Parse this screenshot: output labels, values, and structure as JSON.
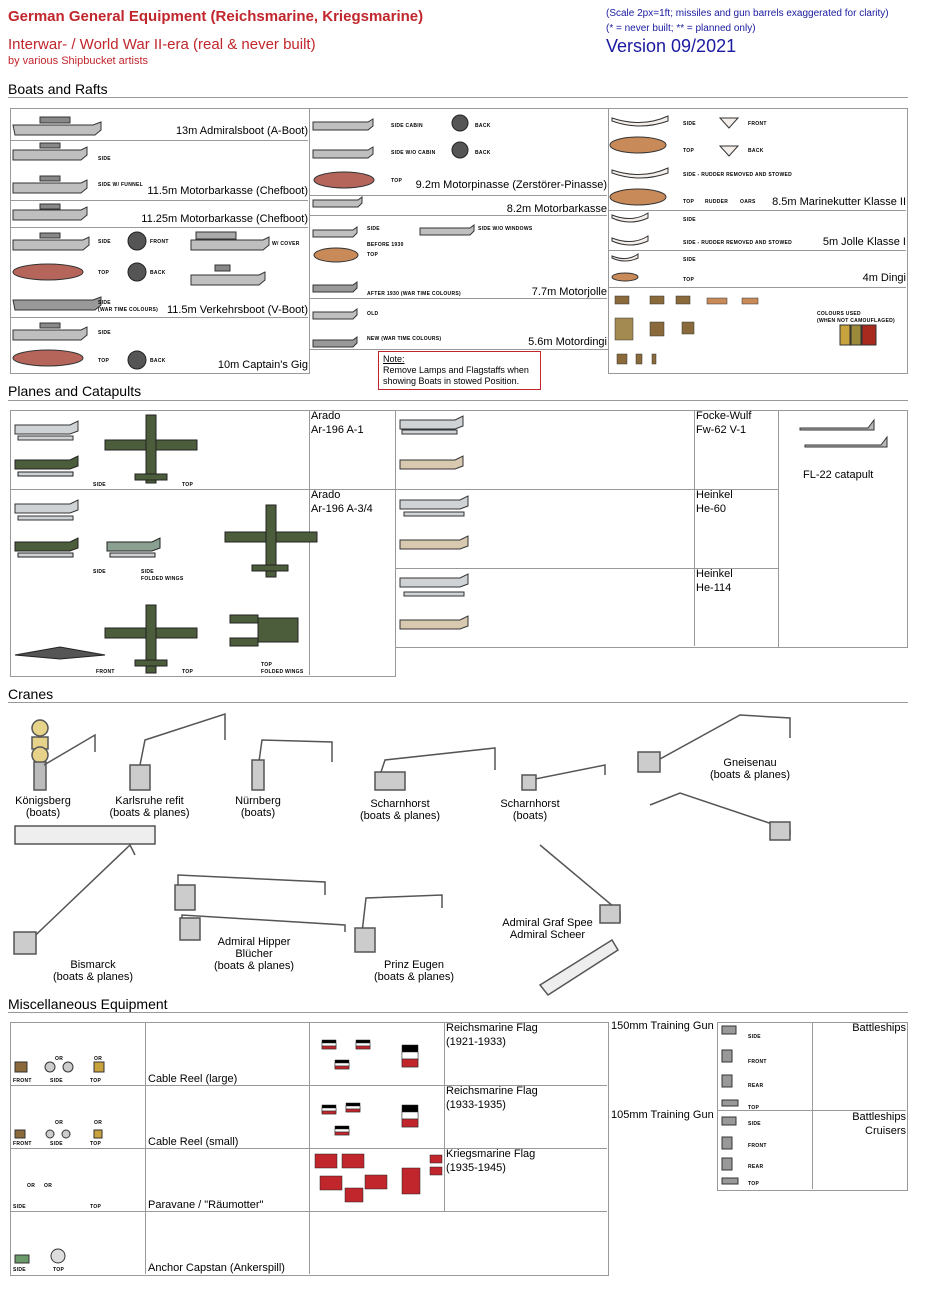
{
  "header": {
    "title": "German General Equipment (Reichsmarine, Kriegsmarine)",
    "subtitle": "Interwar- / World War II-era (real & never built)",
    "credit": "by various Shipbucket artists",
    "scale_note": "(Scale 2px=1ft; missiles and gun barrels exaggerated for clarity)",
    "built_note": "(* = never built; ** = planned only)",
    "version": "Version 09/2021"
  },
  "sections": {
    "boats": "Boats and Rafts",
    "planes": "Planes and Catapults",
    "cranes": "Cranes",
    "misc": "Miscellaneous Equipment"
  },
  "boats": {
    "admiralsboot": "13m Admiralsboot (A-Boot)",
    "motorbarkasse_11_5": "11.5m Motorbarkasse (Chefboot)",
    "motorbarkasse_11_25": "11.25m Motorbarkasse (Chefboot)",
    "verkehrsboot": "11.5m Verkehrsboot (V-Boot)",
    "captains_gig": "10m Captain's Gig",
    "motorpinasse": "9.2m Motorpinasse (Zerstörer-Pinasse)",
    "motorbarkasse_8_2": "8.2m Motorbarkasse",
    "motorjolle": "7.7m Motorjolle",
    "motordingi": "5.6m Motordingi",
    "marinekutter": "8.5m Marinekutter Klasse II",
    "jolle": "5m Jolle Klasse I",
    "dingi": "4m Dingi",
    "note_title": "Note:",
    "note_text": "Remove Lamps and Flagstaffs when showing Boats in stowed Position.",
    "tags": {
      "side": "SIDE",
      "side_w_funnel": "SIDE W/ FUNNEL",
      "front": "FRONT",
      "w_cover": "W/ COVER",
      "top": "TOP",
      "back": "BACK",
      "side_war": "SIDE",
      "war_colours": "(WAR TIME COLOURS)",
      "side_cabin": "SIDE CABIN",
      "side_wo_cabin": "SIDE W/O CABIN",
      "side_wo_windows": "SIDE W/O WINDOWS",
      "before_1930": "BEFORE 1930",
      "after_1930": "AFTER 1930 (WAR TIME COLOURS)",
      "old": "OLD",
      "new_war": "NEW (WAR TIME COLOURS)",
      "side_rudder": "SIDE - RUDDER REMOVED AND STOWED",
      "rudder": "RUDDER",
      "oars": "OARS",
      "colours_used": "COLOURS USED",
      "not_camo": "(WHEN NOT CAMOUFLAGED)"
    },
    "colours": [
      "#c8a23c",
      "#a82a1e"
    ]
  },
  "planes": {
    "ar196a1_maker": "Arado",
    "ar196a1_model": "Ar-196 A-1",
    "ar196a3_maker": "Arado",
    "ar196a3_model": "Ar-196 A-3/4",
    "fw62_maker": "Focke-Wulf",
    "fw62_model": "Fw-62 V-1",
    "he60_maker": "Heinkel",
    "he60_model": "He-60",
    "he114_maker": "Heinkel",
    "he114_model": "He-114",
    "catapult": "FL-22 catapult",
    "tags": {
      "side": "SIDE",
      "top": "TOP",
      "folded": "FOLDED WINGS",
      "front": "FRONT"
    }
  },
  "cranes": {
    "koenigsberg": "Königsberg",
    "koenigsberg_sub": "(boats)",
    "karlsruhe": "Karlsruhe refit",
    "karlsruhe_sub": "(boats & planes)",
    "nuernberg": "Nürnberg",
    "nuernberg_sub": "(boats)",
    "scharnhorst1": "Scharnhorst",
    "scharnhorst1_sub": "(boats & planes)",
    "scharnhorst2": "Scharnhorst",
    "scharnhorst2_sub": "(boats)",
    "gneisenau": "Gneisenau",
    "gneisenau_sub": "(boats & planes)",
    "bismarck": "Bismarck",
    "bismarck_sub": "(boats & planes)",
    "hipper": "Admiral Hipper",
    "hipper2": "Blücher",
    "hipper_sub": "(boats & planes)",
    "eugen": "Prinz Eugen",
    "eugen_sub": "(boats & planes)",
    "spee": "Admiral Graf Spee",
    "spee2": "Admiral Scheer"
  },
  "misc": {
    "cable_large": "Cable Reel (large)",
    "cable_small": "Cable Reel (small)",
    "paravane": "Paravane / \"Räumotter\"",
    "capstan": "Anchor Capstan (Ankerspill)",
    "flag1": "Reichsmarine Flag",
    "flag1_years": "(1921-1933)",
    "flag2": "Reichsmarine Flag",
    "flag2_years": "(1933-1935)",
    "flag3": "Kriegsmarine Flag",
    "flag3_years": "(1935-1945)",
    "gun150": "150mm Training Gun",
    "gun150_use": "Battleships",
    "gun105": "105mm Training Gun",
    "gun105_use1": "Battleships",
    "gun105_use2": "Cruisers",
    "tags": {
      "front": "FRONT",
      "side": "SIDE",
      "top": "TOP",
      "or": "OR",
      "rear": "REAR"
    }
  }
}
